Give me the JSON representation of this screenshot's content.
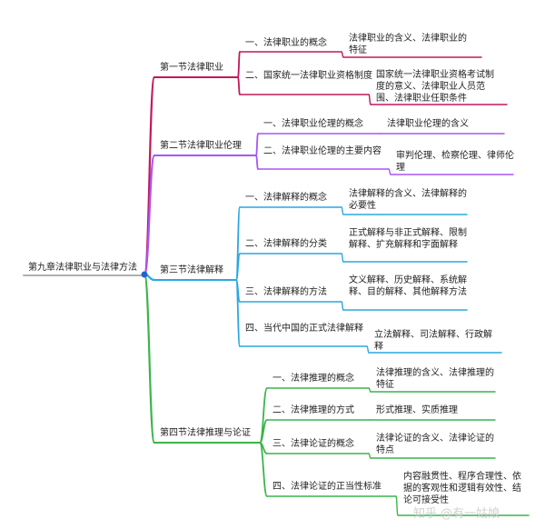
{
  "root": "第九章法律职业与法律方法",
  "sections": [
    {
      "title": "第一节法律职业",
      "color": "#c2185b",
      "items": [
        {
          "label": "一、法律职业的概念",
          "detail": "法律职业的含义、法律职业的特征"
        },
        {
          "label": "二、国家统一法律职业资格制度",
          "detail": "国家统一法律职业资格考试制度的意义、法律职业人员范围、法律职业任职条件"
        }
      ]
    },
    {
      "title": "第二节法律职业伦理",
      "color": "#a855f7",
      "items": [
        {
          "label": "一、法律职业伦理的概念",
          "detail": "法律职业伦理的含义"
        },
        {
          "label": "二、法律职业伦理的主要内容",
          "detail": "审判伦理、检察伦理、律师伦理"
        }
      ]
    },
    {
      "title": "第三节法律解释",
      "color": "#29a8e0",
      "items": [
        {
          "label": "一、法律解释的概念",
          "detail": "法律解释的含义、法律解释的必要性"
        },
        {
          "label": "二、法律解释的分类",
          "detail": "正式解释与非正式解释、限制解释、扩充解释和字面解释"
        },
        {
          "label": "三、法律解释的方法",
          "detail": "文义解释、历史解释、系统解释、目的解释、其他解释方法"
        },
        {
          "label": "四、当代中国的正式法律解释",
          "detail": "立法解释、司法解释、行政解释"
        }
      ]
    },
    {
      "title": "第四节法律推理与论证",
      "color": "#3cb44b",
      "items": [
        {
          "label": "一、法律推理的概念",
          "detail": "法律推理的含义、法律推理的特征"
        },
        {
          "label": "二、法律推理的方式",
          "detail": "形式推理、实质推理"
        },
        {
          "label": "三、法律论证的概念",
          "detail": "法律论证的含义、法律论证的特点"
        },
        {
          "label": "四、法律论证的正当性标准",
          "detail": "内容融贯性、程序合理性、依据的客观性和逻辑有效性、结论可接受性"
        }
      ]
    }
  ],
  "watermark": "知乎 @有一姑娘"
}
